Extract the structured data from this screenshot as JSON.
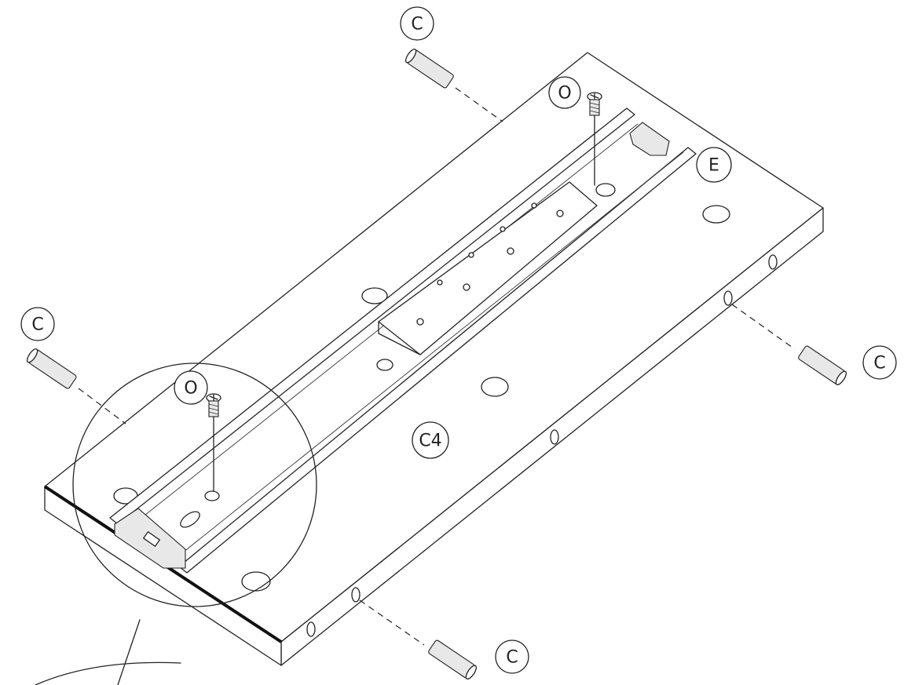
{
  "labels": {
    "dowel_top": "C",
    "dowel_left": "C",
    "dowel_right": "C",
    "dowel_bottom": "C",
    "screw_top": "O",
    "screw_left": "O",
    "slide": "E",
    "panel": "C4"
  },
  "colors": {
    "line": "#222222",
    "background": "#ffffff",
    "shade": "#e8e8e8"
  }
}
